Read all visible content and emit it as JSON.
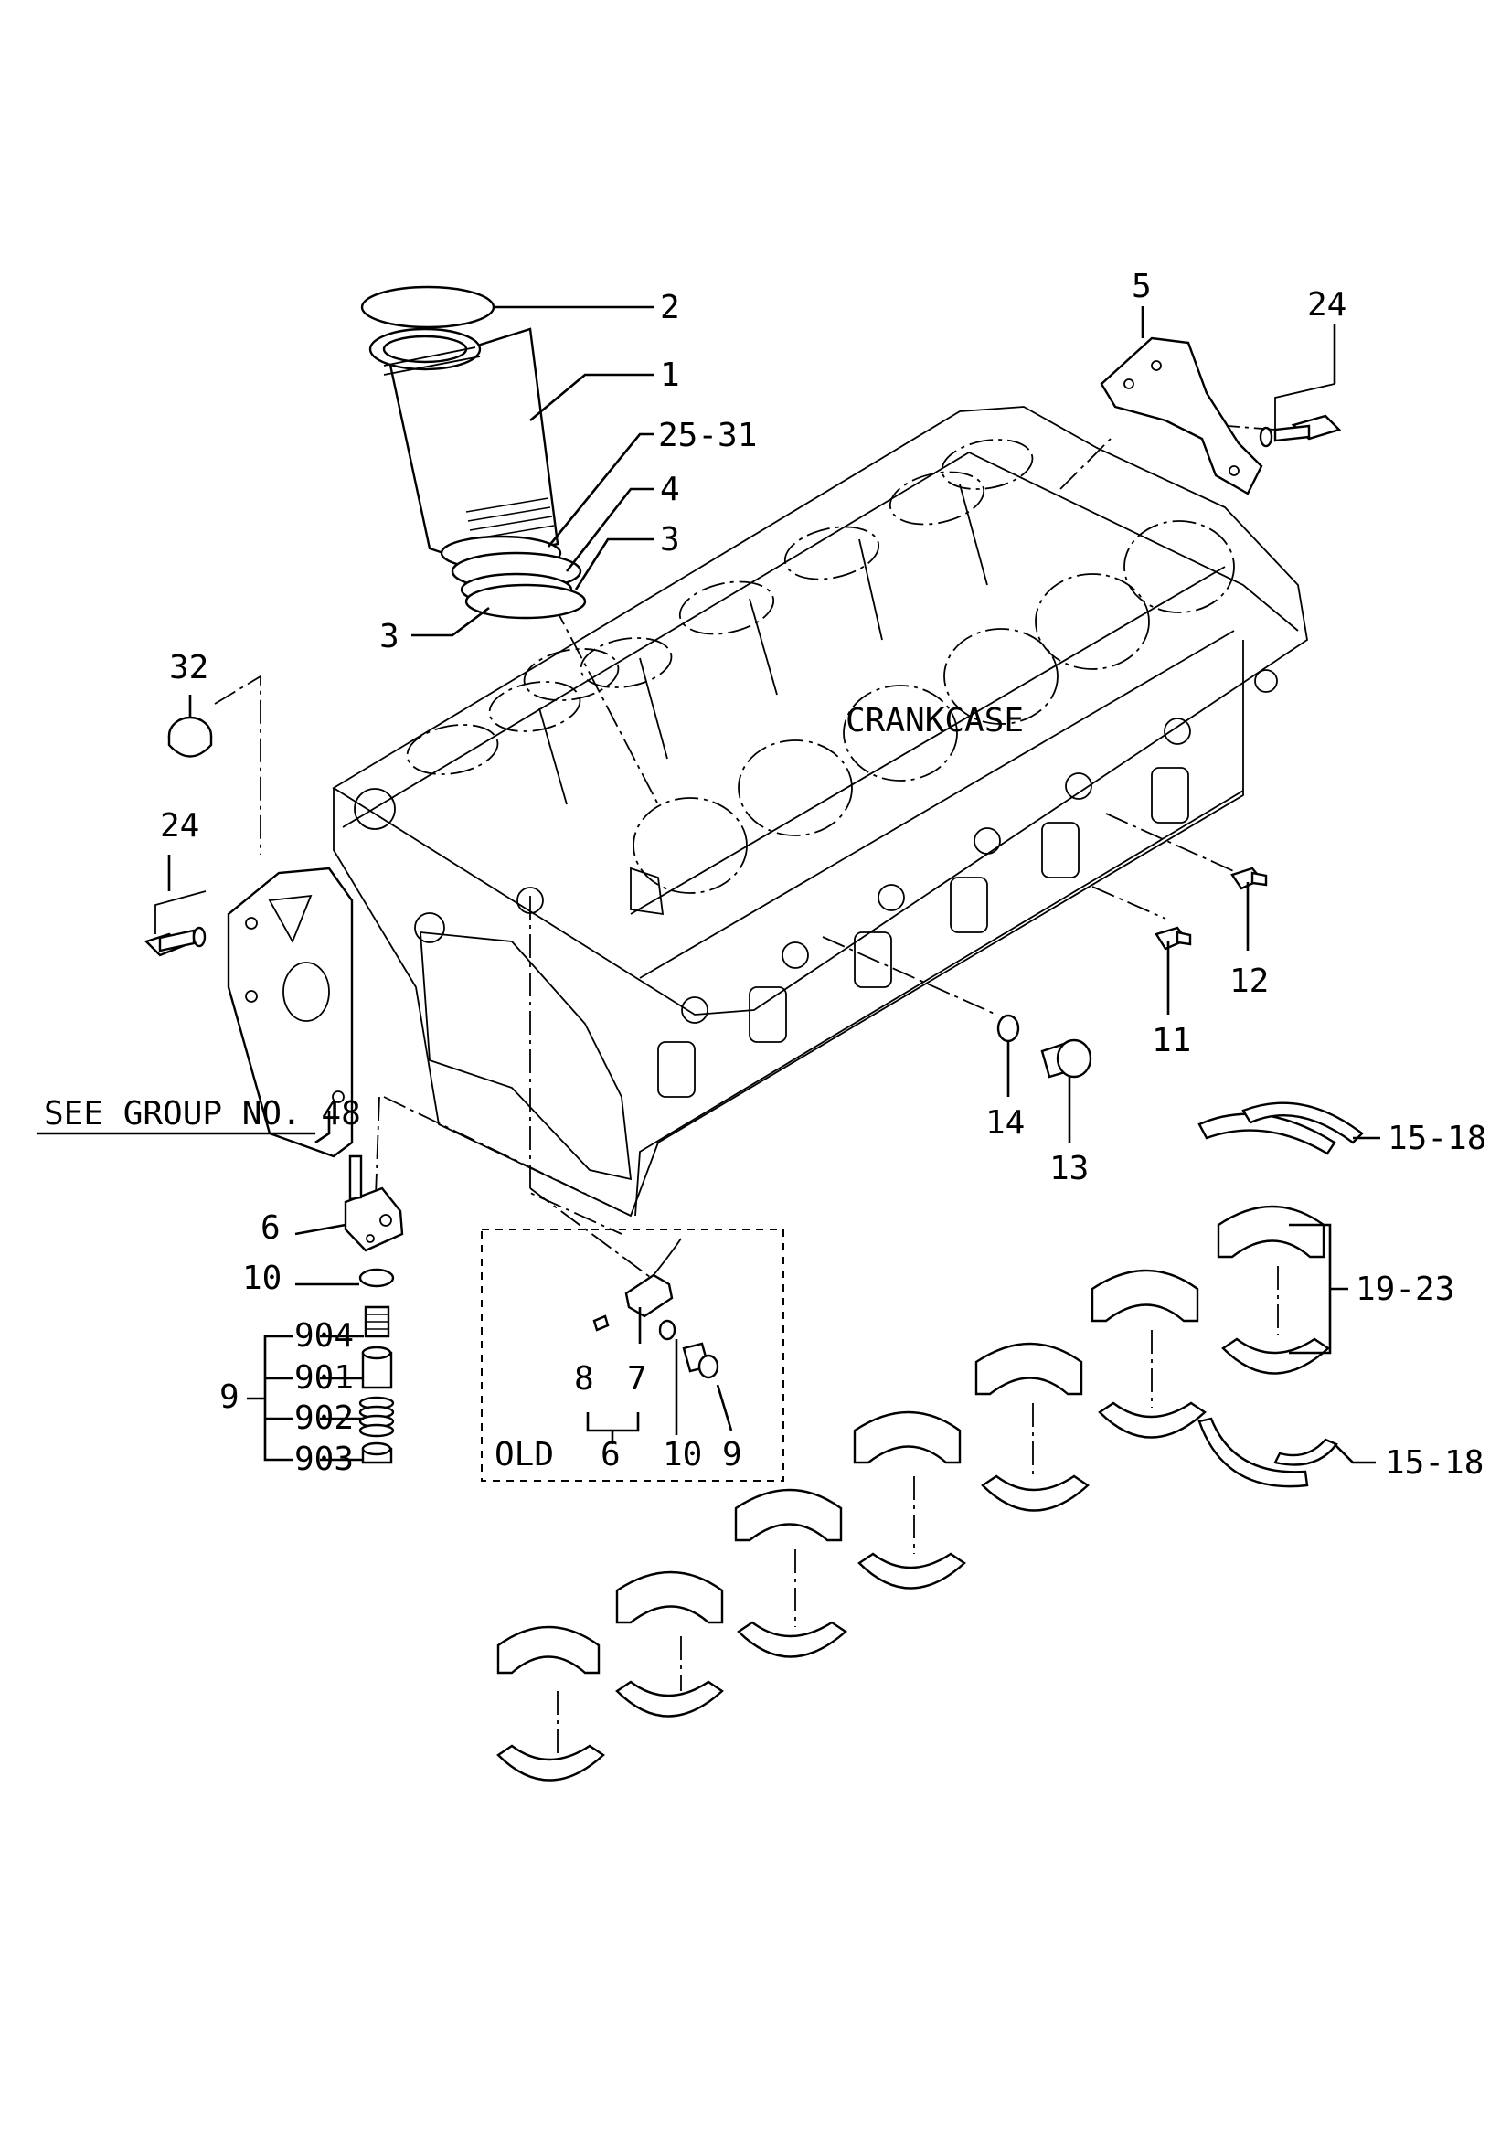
{
  "diagram": {
    "main_label": "CRANKCASE",
    "reference_note": "SEE GROUP NO. 48",
    "old_box_label": "OLD",
    "callouts": {
      "c2": "2",
      "c1": "1",
      "c25_31": "25-31",
      "c4": "4",
      "c3a": "3",
      "c3b": "3",
      "c5": "5",
      "c24a": "24",
      "c32": "32",
      "c24b": "24",
      "c12": "12",
      "c11": "11",
      "c14": "14",
      "c13": "13",
      "c15_18a": "15-18",
      "c19_23": "19-23",
      "c15_18b": "15-18",
      "c6": "6",
      "c10": "10",
      "c9": "9",
      "c904": "904",
      "c901": "901",
      "c902": "902",
      "c903": "903",
      "old8": "8",
      "old7": "7",
      "old6": "6",
      "old10": "10",
      "old9": "9"
    }
  }
}
